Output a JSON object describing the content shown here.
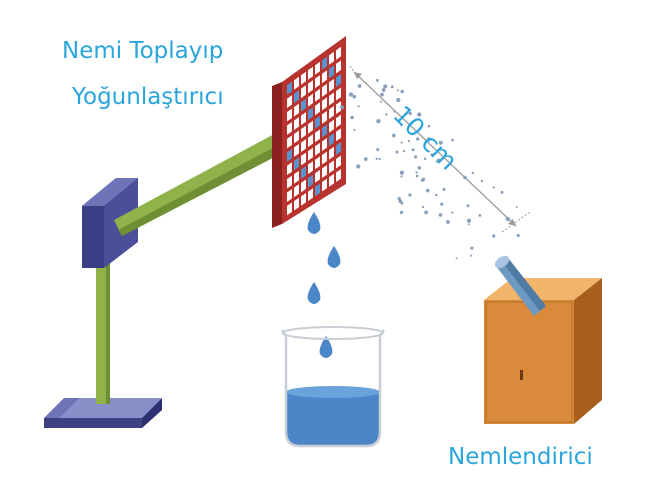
{
  "labels": {
    "collector_line1": "Nemi Toplayıp",
    "collector_line2": "Yoğunlaştırıcı",
    "distance": "10 cm",
    "humidifier": "Nemlendirici"
  },
  "colors": {
    "label_text": "#2aa5dc",
    "stand_base": "#5a5fa6",
    "stand_arm": "#8fb34a",
    "grid_frame": "#b8322e",
    "water": "#4a86c8",
    "humidifier_box": "#d98a3a",
    "nozzle": "#6d9ac2",
    "mist_dots": "#8aa0bb"
  }
}
